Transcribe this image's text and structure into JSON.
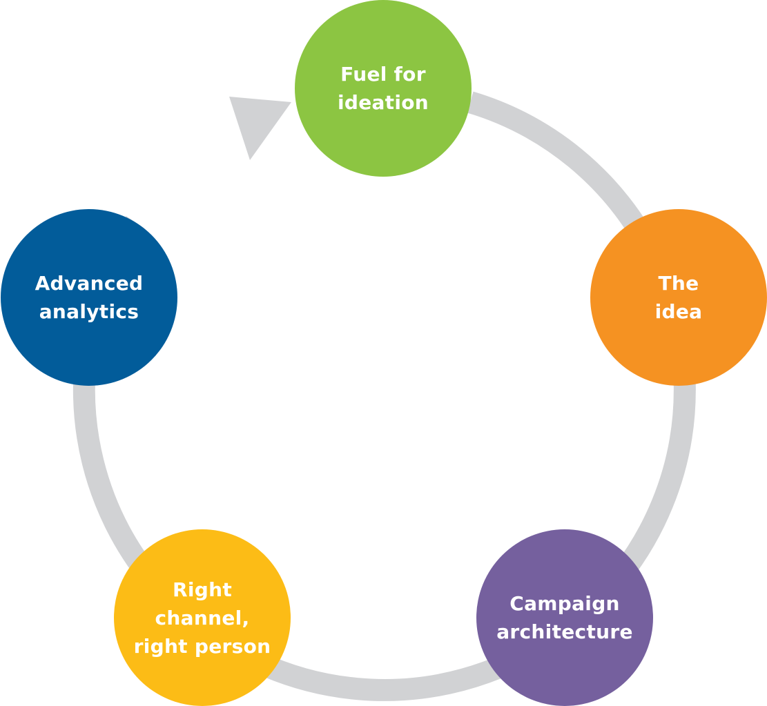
{
  "diagram": {
    "colors": {
      "ring": "#d1d2d4",
      "background": "#ffffff"
    },
    "nodes": [
      {
        "lines": [
          "Fuel for",
          "ideation"
        ],
        "color": "#8cc542"
      },
      {
        "lines": [
          "The",
          "idea"
        ],
        "color": "#f59222"
      },
      {
        "lines": [
          "Campaign",
          "architecture"
        ],
        "color": "#75609e"
      },
      {
        "lines": [
          "Right",
          "channel,",
          "right person"
        ],
        "color": "#fcbc16"
      },
      {
        "lines": [
          "Advanced",
          "analytics"
        ],
        "color": "#025c9a"
      }
    ]
  }
}
